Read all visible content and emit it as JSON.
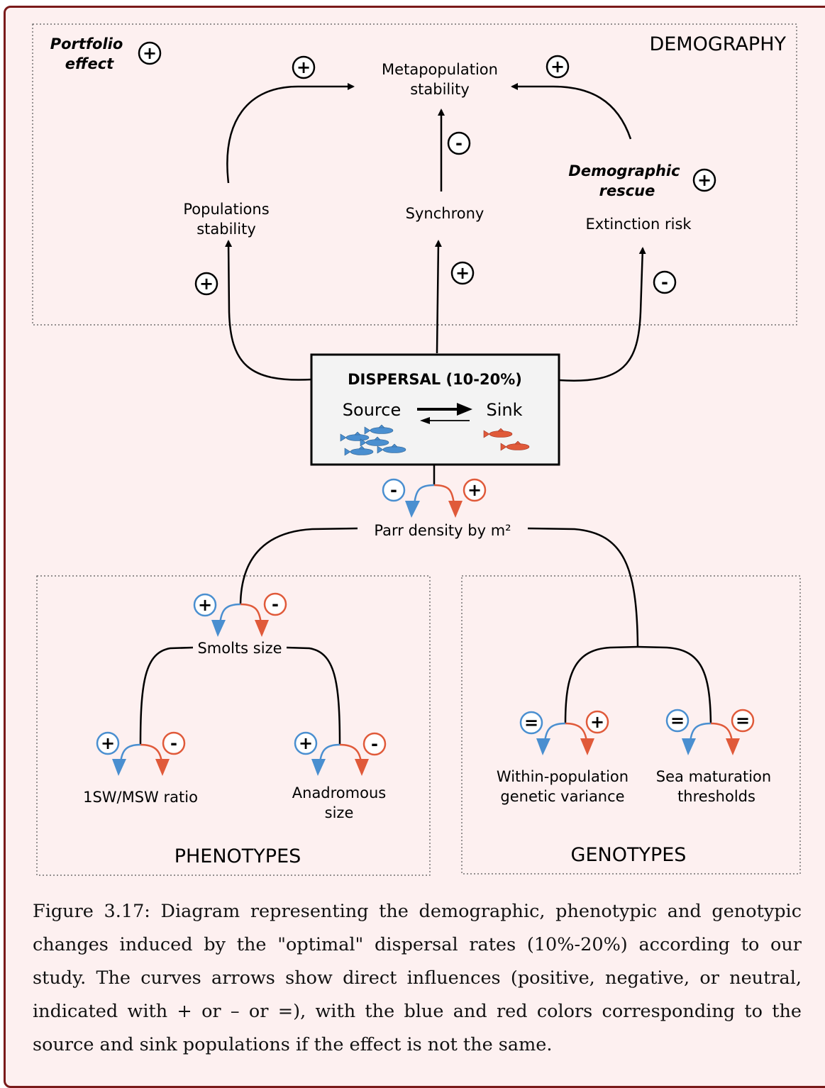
{
  "sections": {
    "demography": "DEMOGRAPHY",
    "phenotypes": "PHENOTYPES",
    "genotypes": "GENOTYPES"
  },
  "demography": {
    "portfolio_effect_line1": "Portfolio",
    "portfolio_effect_line2": "effect",
    "meta_line1": "Metapopulation",
    "meta_line2": "stability",
    "pop_line1": "Populations",
    "pop_line2": "stability",
    "synchrony": "Synchrony",
    "rescue_line1": "Demographic",
    "rescue_line2": "rescue",
    "extinction": "Extinction risk"
  },
  "dispersal": {
    "title": "DISPERSAL (10-20%)",
    "source": "Source",
    "sink": "Sink"
  },
  "parr_density": "Parr density by m²",
  "phenotypes": {
    "smolts": "Smolts size",
    "ratio": "1SW/MSW ratio",
    "anad_line1": "Anadromous",
    "anad_line2": "size"
  },
  "genotypes": {
    "within_line1": "Within-population",
    "within_line2": "genetic variance",
    "sea_line1": "Sea maturation",
    "sea_line2": "thresholds"
  },
  "symbols": {
    "plus": "+",
    "minus": "-",
    "equal": "="
  },
  "colors": {
    "source": "#4a8fd0",
    "sink": "#e05a3a",
    "frame": "#7a1a1a"
  },
  "caption": "Figure 3.17: Diagram representing the demographic, phenotypic and genotypic changes induced by the \"optimal\" dispersal rates (10%-20%) according to our study. The curves arrows show direct influences (positive, negative, or neutral, indicated with + or – or =), with the blue and red colors corresponding to the source and sink populations if the effect is not the same."
}
